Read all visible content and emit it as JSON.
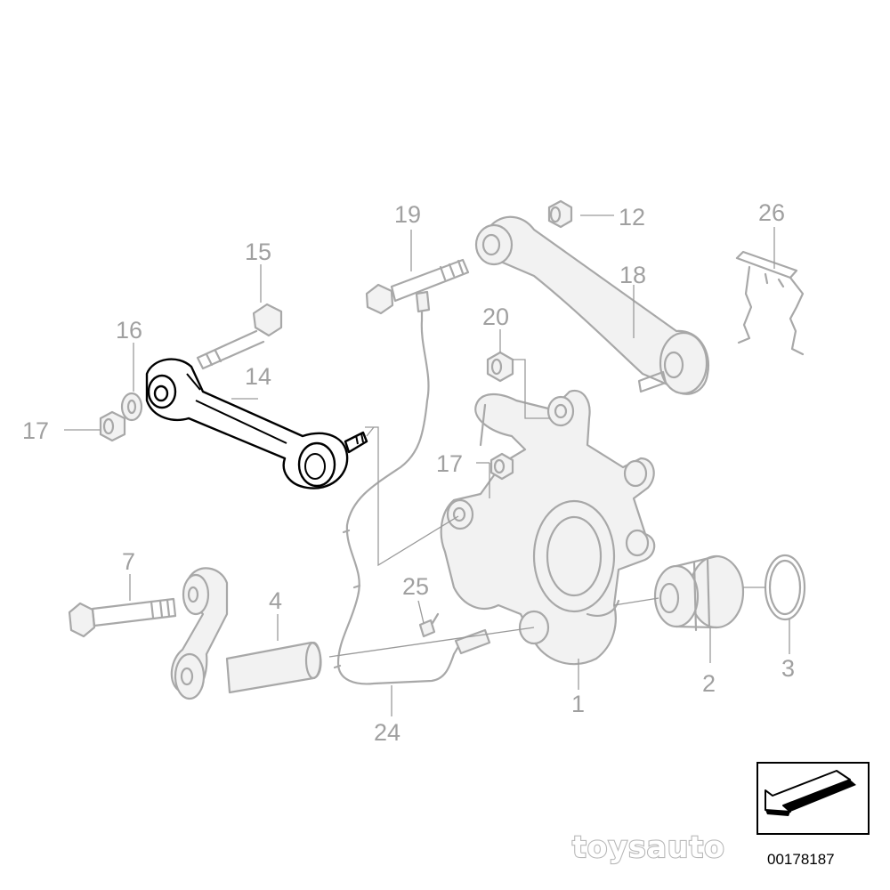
{
  "callouts": {
    "c1": "1",
    "c2": "2",
    "c3": "3",
    "c4": "4",
    "c7": "7",
    "c12": "12",
    "c14": "14",
    "c15": "15",
    "c16": "16",
    "c17a": "17",
    "c17b": "17",
    "c18": "18",
    "c19": "19",
    "c20": "20",
    "c24": "24",
    "c25": "25",
    "c26": "26"
  },
  "reference_box": {
    "number": "00178187"
  },
  "watermark": "toysauto",
  "highlighted_part": "14",
  "colors": {
    "highlight": "#000000",
    "parts": "#a8a8a8",
    "labels": "#a0a0a0"
  }
}
